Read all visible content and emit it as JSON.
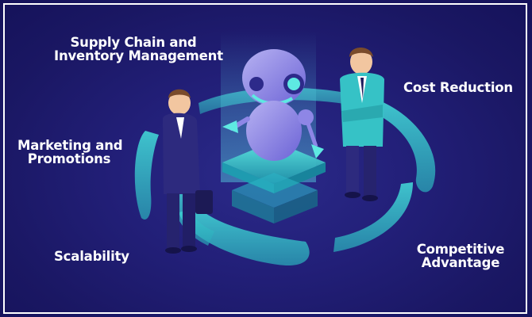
{
  "labels": {
    "supply_chain": [
      "Supply Chain and",
      "Inventory Management"
    ],
    "cost_reduction": [
      "Cost Reduction"
    ],
    "marketing": [
      "Marketing and",
      "Promotions"
    ],
    "scalability": [
      "Scalability"
    ],
    "competitive": [
      "Competitive",
      "Advantage"
    ]
  },
  "colors": {
    "background": "#221f78",
    "ring": "#3fd6d2",
    "text": "#ffffff",
    "suit_dark": "#2d2a7e",
    "suit_teal": "#36c2c6"
  }
}
